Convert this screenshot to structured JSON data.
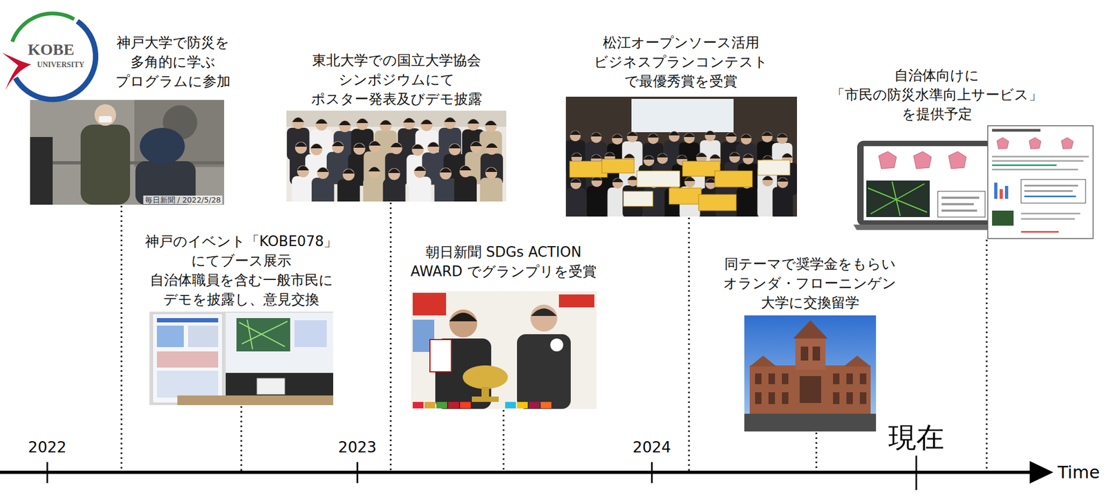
{
  "diagram": {
    "nodes": [
      {
        "text": [
          "神戸大学で防災を 多角的に学ぶ プログラムに参加"
        ]
      },
      {
        "text": [
          "神戸のイベント「KOBE078」 にてブース展示 自治体職員を含む一般市民に デモを披露し、意見交換"
        ]
      },
      {
        "text": [
          "東北大学での国立大学協会 シンポジウムにて ポスター発表及びデモ披露"
        ]
      },
      {
        "text": [
          "朝日新聞 SDGs ACTION AWARD でグランプリを受賞"
        ]
      },
      {
        "text": [
          "松江オープンソース活用 ビジネスプランコンテスト で最優秀賞を受賞"
        ]
      },
      {
        "text": [
          "同テーマで奨学金をもらい オランダ・フローニンゲン 大学に交換留学"
        ]
      },
      {
        "text": [
          "自治体向けに 「市民の防災水準向上サービス」 を提供予定"
        ]
      }
    ],
    "labels": [
      "KOBE",
      "UNIVERSITY",
      "毎日新聞 / 2022/5/28",
      "2022",
      "2023",
      "2024",
      "現在",
      "Time"
    ]
  }
}
